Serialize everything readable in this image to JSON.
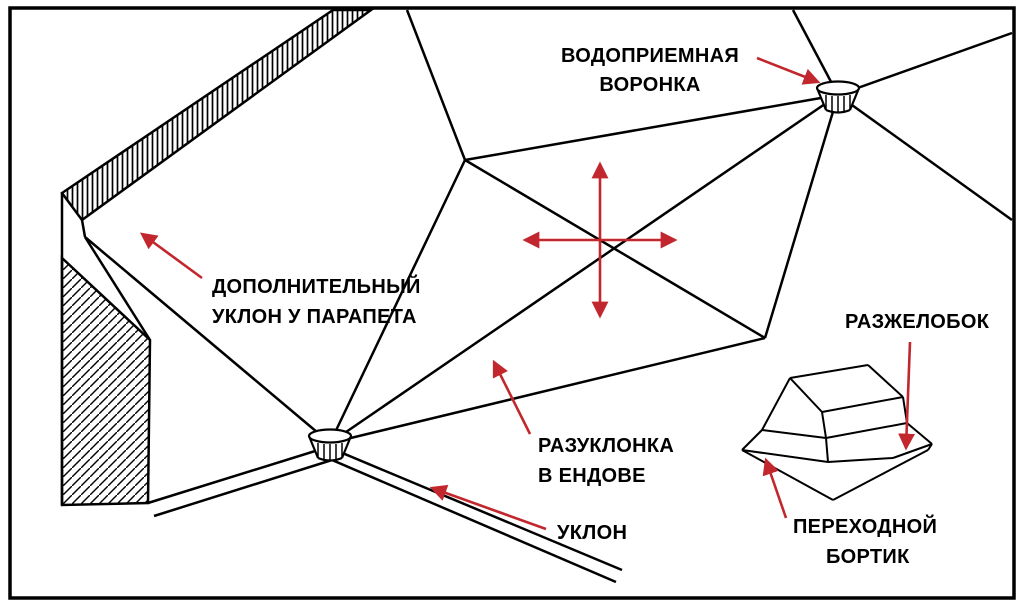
{
  "diagram": {
    "labels": {
      "drain_funnel": {
        "line1": "ВОДОПРИЕМНАЯ",
        "line2": "ВОРОНКА"
      },
      "parapet_slope": {
        "line1": "ДОПОЛНИТЕЛЬНЫЙ",
        "line2": "УКЛОН У ПАРАПЕТА"
      },
      "valley_gutter": {
        "line1": "РАЗЖЕЛОБОК"
      },
      "valley_counter_slope": {
        "line1": "РАЗУКЛОНКА",
        "line2": "В ЕНДОВЕ"
      },
      "slope": {
        "line1": "УКЛОН"
      },
      "transition_curb": {
        "line1": "ПЕРЕХОДНОЙ",
        "line2": "БОРТИК"
      }
    },
    "colors": {
      "line": "#000000",
      "arrow": "#c1272d",
      "background": "#ffffff"
    }
  }
}
